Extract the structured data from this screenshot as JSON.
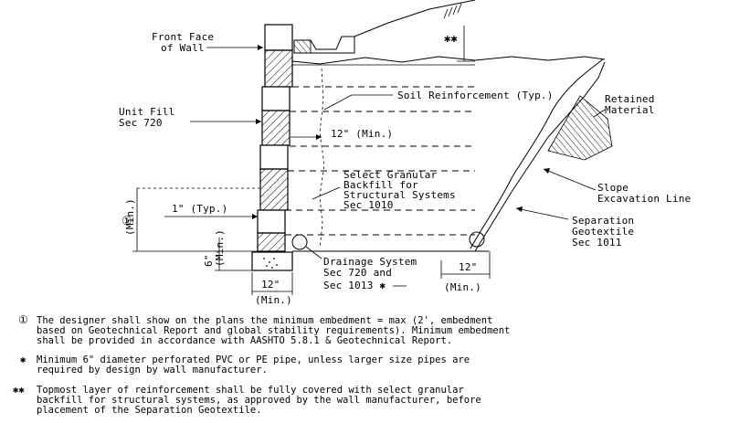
{
  "labels": {
    "front_face": [
      "Front Face",
      "of Wall"
    ],
    "soil_reinforcement": "Soil Reinforcement (Typ.)",
    "retained_material": [
      "Retained",
      "Material"
    ],
    "unit_fill": [
      "Unit Fill",
      "Sec 720"
    ],
    "twelve_min_top": "12\" (Min.)",
    "select_granular": [
      "Select Granular",
      "Backfill for",
      "Structural Systems",
      "Sec 1010"
    ],
    "slope_excavation": [
      "Slope",
      "Excavation Line"
    ],
    "one_typ": "1\" (Typ.)",
    "separation_geotextile": [
      "Separation",
      "Geotextile",
      "Sec 1011"
    ],
    "circle_one": "①",
    "min_vertical": "(Min.)",
    "six_min": [
      "6\"",
      "(Min.)"
    ],
    "drainage_system": [
      "Drainage System",
      "Sec 720 and",
      "Sec 1013 ✱"
    ],
    "twelve_right": "12\"",
    "min_right": "(Min.)",
    "twelve_bottom": "12\"",
    "min_bottom": "(Min.)",
    "double_star": "✱✱"
  },
  "notes": [
    {
      "symbol": "①",
      "lines": [
        "The designer shall show on the plans the minimum embedment = max (2', embedment",
        "based on Geotechnical Report and global stability requirements).  Minimum embedment",
        "shall be provided in accordance with AASHTO 5.8.1 & Geotechnical Report."
      ]
    },
    {
      "symbol": "✱",
      "lines": [
        "Minimum 6\" diameter perforated PVC or PE pipe, unless larger size pipes are",
        "required by design by wall manufacturer."
      ]
    },
    {
      "symbol": "✱✱",
      "lines": [
        "Topmost layer of reinforcement shall be fully covered with select granular",
        "backfill for structural systems, as approved by the wall manufacturer, before",
        "placement of the Separation Geotextile."
      ]
    }
  ]
}
